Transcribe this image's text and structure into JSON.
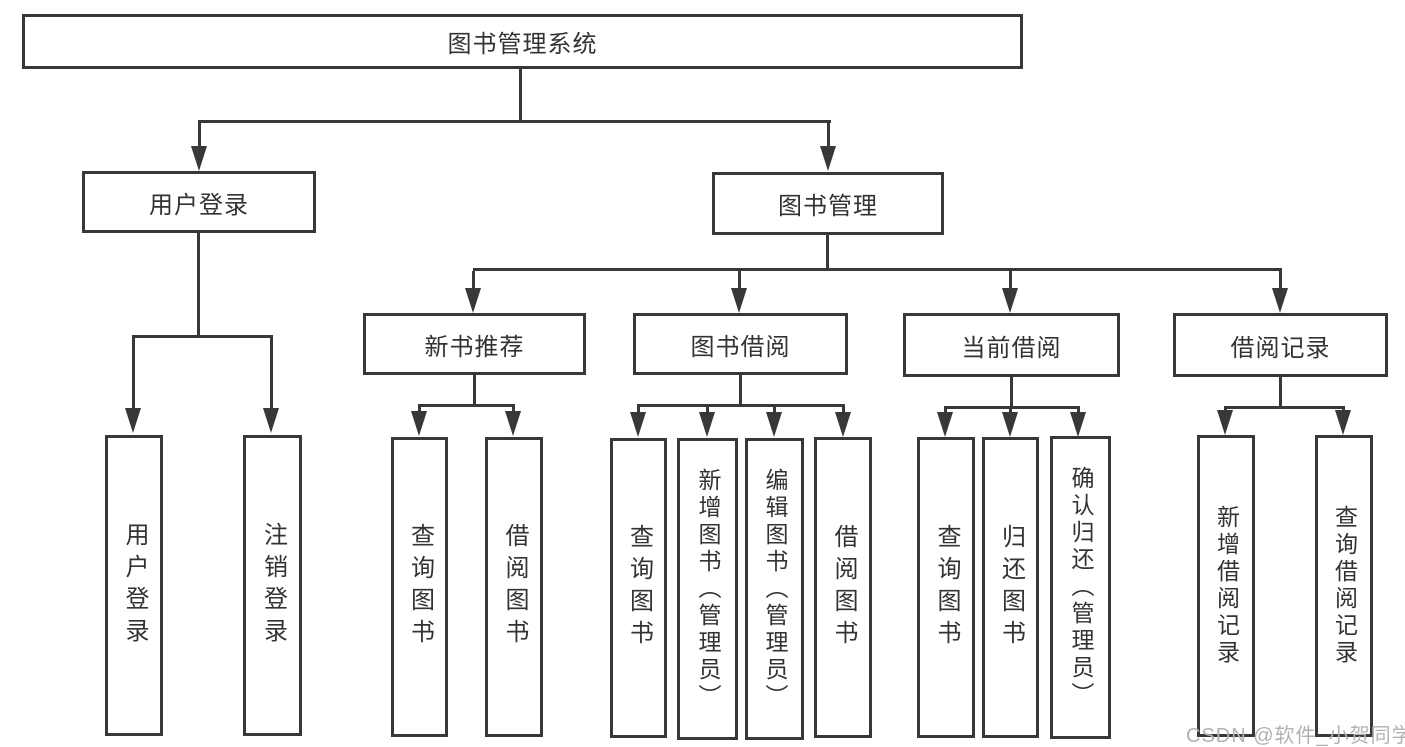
{
  "diagram": {
    "title_node": "图书管理系统",
    "root": {
      "label": "图书管理系统"
    },
    "branches": [
      {
        "label": "用户登录",
        "children": [
          {
            "label": "用户登录"
          },
          {
            "label": "注销登录"
          }
        ]
      },
      {
        "label": "图书管理",
        "children": [
          {
            "label": "新书推荐",
            "children": [
              {
                "label": "查询图书"
              },
              {
                "label": "借阅图书"
              }
            ]
          },
          {
            "label": "图书借阅",
            "children": [
              {
                "label": "查询图书"
              },
              {
                "label": "新增图书（管理员）"
              },
              {
                "label": "编辑图书（管理员）"
              },
              {
                "label": "借阅图书"
              }
            ]
          },
          {
            "label": "当前借阅",
            "children": [
              {
                "label": "查询图书"
              },
              {
                "label": "归还图书"
              },
              {
                "label": "确认归还（管理员）"
              }
            ]
          },
          {
            "label": "借阅记录",
            "children": [
              {
                "label": "新增借阅记录"
              },
              {
                "label": "查询借阅记录"
              }
            ]
          }
        ]
      }
    ],
    "colors": {
      "line": "#383838",
      "text": "#333333",
      "background": "#ffffff",
      "watermark": "#b2b2b2"
    }
  },
  "watermark": {
    "text": "CSDN @软件_小贺同学"
  }
}
